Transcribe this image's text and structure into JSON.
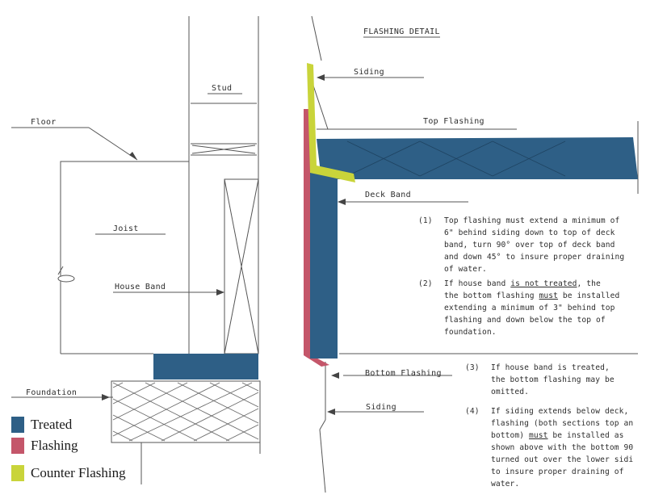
{
  "title": "FLASHING DETAIL",
  "labels": {
    "stud": "Stud",
    "floor": "Floor",
    "joist": "Joist",
    "house_band": "House Band",
    "foundation": "Foundation",
    "siding_top": "Siding",
    "top_flashing": "Top Flashing",
    "deck_band": "Deck Band",
    "bottom_flashing": "Bottom Flashing",
    "siding_bottom": "Siding"
  },
  "notes": [
    {
      "num": "(1)",
      "text": "Top flashing must extend a minimum of\n6\" behind siding down to top of deck\nband, turn 90° over top of deck band\nand down 45° to insure proper draining\nof water."
    },
    {
      "num": "(2)",
      "text_parts": [
        "If house band ",
        "is not treated",
        ", the\nthe bottom flashing ",
        "must",
        " be installed\nextending a minimum of 3\" behind top\nflashing and down below the top of\nfoundation."
      ]
    },
    {
      "num": "(3)",
      "text": "If house band is treated,\nthe bottom flashing may be\nomitted."
    },
    {
      "num": "(4)",
      "text_parts": [
        "If siding extends below deck,\nflashing (both sections top an\nbottom) ",
        "must",
        " be installed as\nshown above with the bottom 90\nturned out over the lower sidi\nto insure proper draining of\nwater."
      ]
    }
  ],
  "legend": [
    {
      "label": "Treated",
      "color": "#2e5f86"
    },
    {
      "label": "Flashing",
      "color": "#c4566a"
    },
    {
      "label": "Counter Flashing",
      "color": "#c9d43a"
    }
  ],
  "colors": {
    "treated": "#2e5f86",
    "flashing": "#c4566a",
    "counter_flashing": "#c9d43a",
    "line": "#555555"
  }
}
